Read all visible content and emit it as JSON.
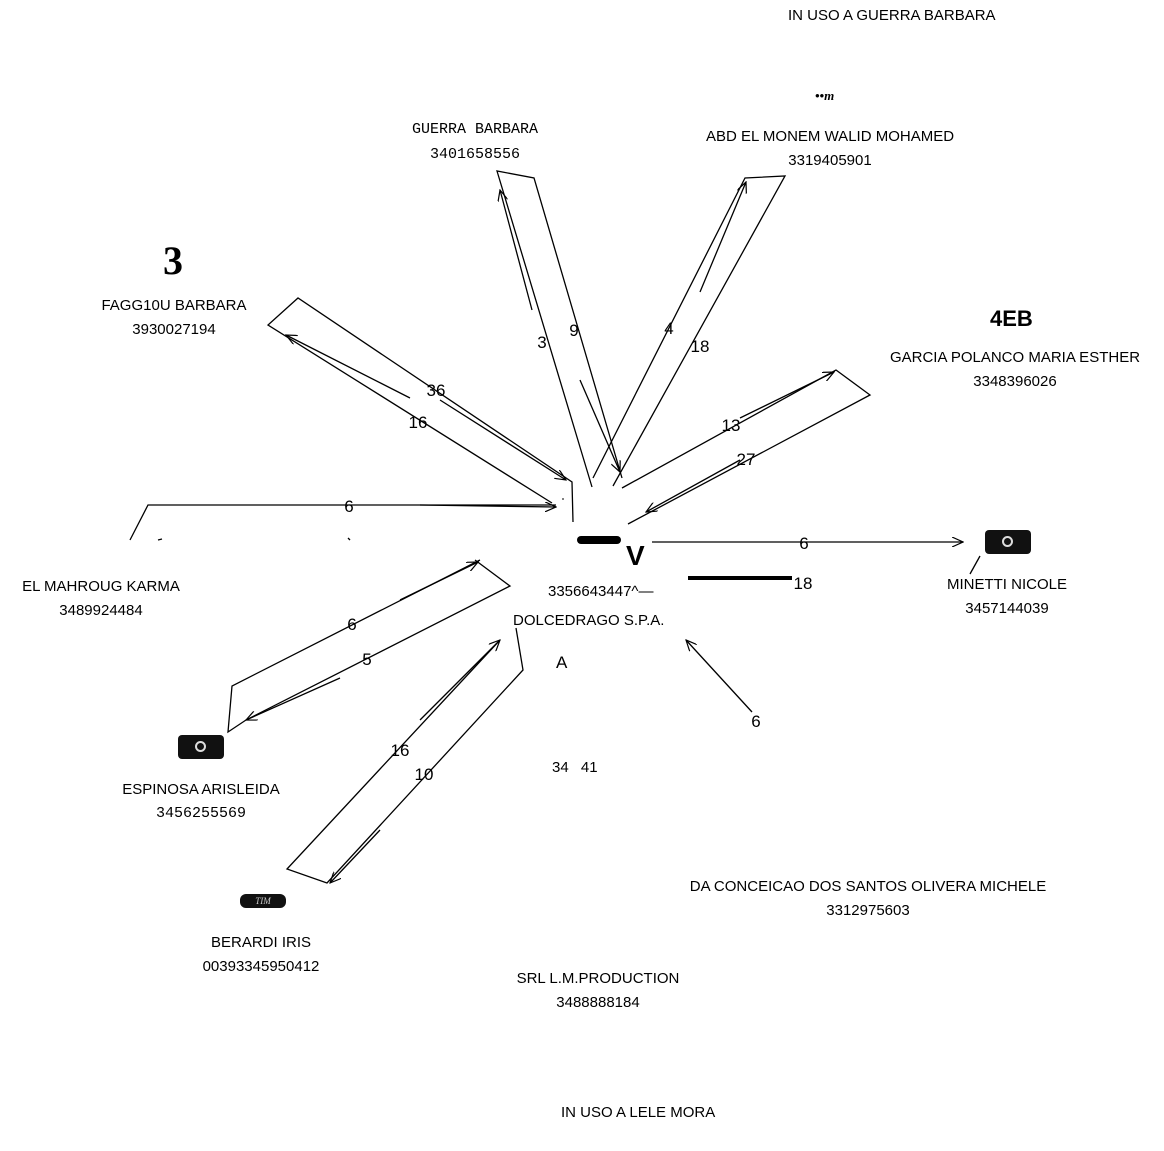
{
  "header_top": "IN USO A GUERRA BARBARA",
  "header_bottom": "IN USO A LELE MORA",
  "center": {
    "mark": "V",
    "number": "3356643447^—",
    "name": "DOLCEDRAGO S.P.A.",
    "letter": "A",
    "fragment": "34 41"
  },
  "marks": {
    "m_mark": "••m",
    "three_mark": "3",
    "eb_mark": "4EB",
    "phone_text": "TIM"
  },
  "contacts": {
    "guerra": {
      "name": "GUERRA BARBARA",
      "number": "3401658556"
    },
    "abd": {
      "name": "ABD EL MONEM WALID MOHAMED",
      "number": "3319405901"
    },
    "fagg": {
      "name": "FAGG10U BARBARA",
      "number": "3930027194"
    },
    "garcia": {
      "name": "GARCIA POLANCO MARIA ESTHER",
      "number": "3348396026"
    },
    "elmahroug": {
      "name": "EL MAHROUG KARMA",
      "number": "3489924484"
    },
    "minetti": {
      "name": "MINETTI NICOLE",
      "number": "3457144039"
    },
    "espinosa": {
      "name": "ESPINOSA ARISLEIDA",
      "number": "3456255569"
    },
    "berardi": {
      "name": "BERARDI IRIS",
      "number": "00393345950412"
    },
    "srl": {
      "name": "SRL L.M.PRODUCTION",
      "number": "3488888184"
    },
    "da_conceicao": {
      "name": "DA CONCEICAO DOS SANTOS OLIVERA MICHELE",
      "number": "3312975603"
    }
  },
  "counts": {
    "guerra_in": "3",
    "guerra_out": "9",
    "abd_in": "4",
    "abd_out": "18",
    "fagg_in": "36",
    "fagg_out": "16",
    "garcia_in": "13",
    "garcia_out": "27",
    "elmahroug": "6",
    "minetti": "6",
    "espinosa_in": "6",
    "espinosa_out": "5",
    "berardi_in": "16",
    "berardi_out": "10",
    "right_bar": "18",
    "lower_right": "6"
  },
  "colors": {
    "ink": "#000000",
    "background": "#ffffff"
  }
}
